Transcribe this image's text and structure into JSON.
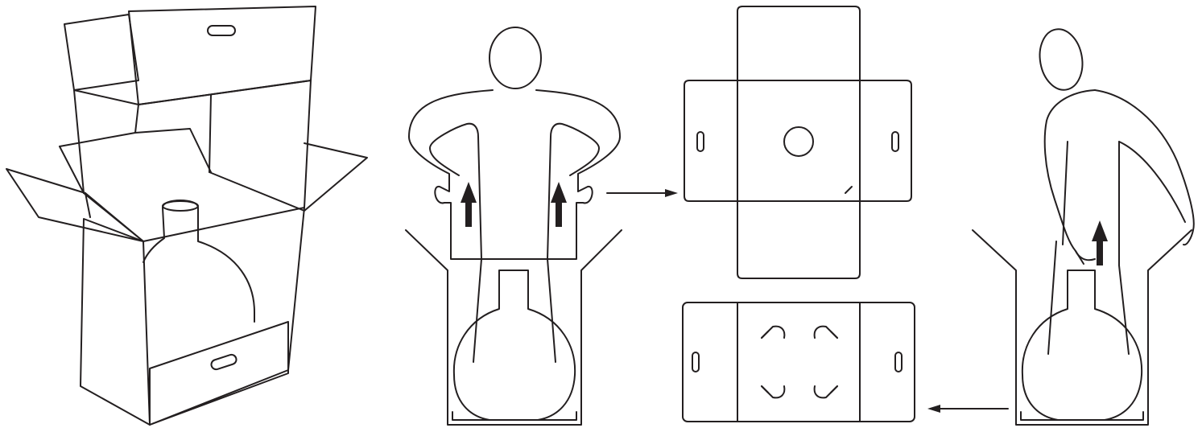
{
  "diagram": {
    "steps": [
      {
        "id": "step-1",
        "content": "open-box-with-vase"
      },
      {
        "id": "step-2",
        "content": "person-lifting-insert-from-box"
      },
      {
        "id": "step-3",
        "content": "top-insert-panel-unfolded"
      },
      {
        "id": "step-4",
        "content": "person-lifting-vase-from-box"
      },
      {
        "id": "step-5",
        "content": "bottom-insert-panel-with-clips"
      }
    ],
    "connectors": [
      {
        "from": "step-2",
        "to": "step-3",
        "icon": "arrow-right-icon"
      },
      {
        "from": "step-4",
        "to": "step-5",
        "icon": "arrow-left-icon"
      }
    ],
    "colors": {
      "stroke": "#231f20",
      "background": "#ffffff"
    }
  }
}
